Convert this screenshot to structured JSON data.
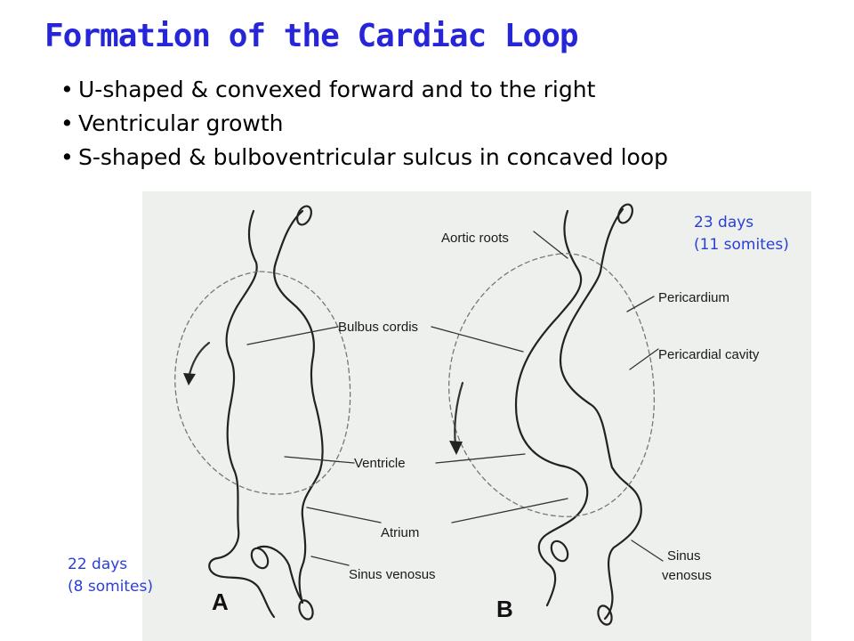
{
  "title": "Formation of the Cardiac Loop",
  "bullets": [
    "U-shaped & convexed forward and to the right",
    "Ventricular growth",
    "S-shaped & bulboventricular sulcus in concaved loop"
  ],
  "annotations": {
    "left": {
      "line1": "22 days",
      "line2": "(8 somites)"
    },
    "right": {
      "line1": "23 days",
      "line2": "(11 somites)"
    }
  },
  "figure_labels": {
    "bulbus_cordis": "Bulbus cordis",
    "ventricle": "Ventricle",
    "atrium": "Atrium",
    "sinus_venosus_a": "Sinus venosus",
    "aortic_roots": "Aortic roots",
    "pericardium": "Pericardium",
    "pericardial_cavity": "Pericardial cavity",
    "sinus_venosus_b_line1": "Sinus",
    "sinus_venosus_b_line2": "venosus",
    "panel_a": "A",
    "panel_b": "B"
  },
  "colors": {
    "title": "#2626d8",
    "annotation": "#2a3fd6",
    "figure_bg": "#eef0ed"
  }
}
